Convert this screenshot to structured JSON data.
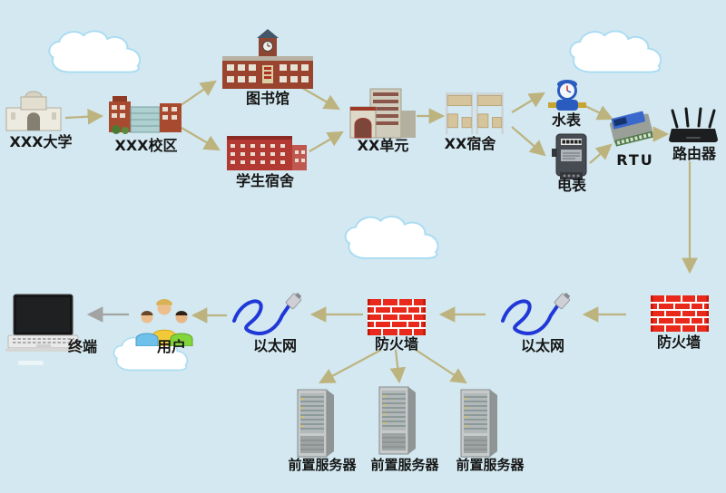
{
  "diagram": {
    "description": "Campus water/electric metering network topology",
    "colors": {
      "background": "#d3e8f0",
      "arrow_khaki": "#bdb37f",
      "arrow_gray": "#a3a3a3",
      "firewall_red": "#e8291c",
      "ethernet_blue": "#2038d8",
      "cloud_outline": "#aadcf2",
      "label_text": "#161616"
    },
    "nodes": {
      "university": {
        "label": "XXX大学",
        "icon": "university-gate-icon"
      },
      "campus": {
        "label": "XXX校区",
        "icon": "campus-building-icon"
      },
      "library": {
        "label": "图书馆",
        "icon": "library-building-icon"
      },
      "student_dorm": {
        "label": "学生宿舍",
        "icon": "dormitory-building-icon"
      },
      "unit": {
        "label": "XX单元",
        "icon": "unit-building-icon"
      },
      "dorm_room": {
        "label": "XX宿舍",
        "icon": "bunk-bed-icon"
      },
      "water_meter": {
        "label": "水表",
        "icon": "water-meter-icon"
      },
      "electric_meter": {
        "label": "电表",
        "icon": "electric-meter-icon"
      },
      "rtu": {
        "label": "RTU",
        "icon": "rtu-device-icon"
      },
      "router": {
        "label": "路由器",
        "icon": "router-icon"
      },
      "firewall_right": {
        "label": "防火墙",
        "icon": "firewall-icon"
      },
      "ethernet_right": {
        "label": "以太网",
        "icon": "ethernet-cable-icon"
      },
      "firewall_mid": {
        "label": "防火墙",
        "icon": "firewall-icon"
      },
      "ethernet_left": {
        "label": "以太网",
        "icon": "ethernet-cable-icon"
      },
      "users": {
        "label": "用户",
        "icon": "users-icon"
      },
      "terminal": {
        "label": "终端",
        "icon": "laptop-icon"
      },
      "server_1": {
        "label": "前置服务器",
        "icon": "server-rack-icon"
      },
      "server_2": {
        "label": "前置服务器",
        "icon": "server-rack-icon"
      },
      "server_3": {
        "label": "前置服务器",
        "icon": "server-rack-icon"
      }
    }
  }
}
